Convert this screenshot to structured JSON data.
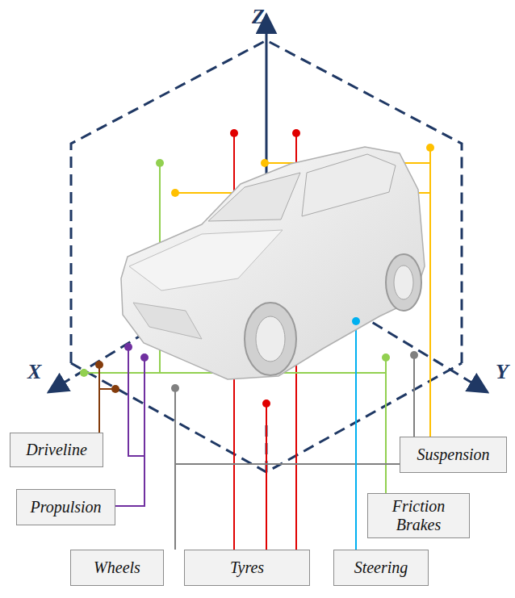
{
  "diagram": {
    "nodes": [
      {
        "text": [
          "Driveline"
        ]
      },
      {
        "text": [
          "Suspension"
        ]
      },
      {
        "text": [
          "Propulsion"
        ]
      },
      {
        "text": [
          "Friction Brakes"
        ]
      },
      {
        "text": [
          "Wheels"
        ]
      },
      {
        "text": [
          "Tyres"
        ]
      },
      {
        "text": [
          "Steering"
        ]
      }
    ],
    "edges": [],
    "labels": [
      "Z",
      "X",
      "Y"
    ]
  }
}
